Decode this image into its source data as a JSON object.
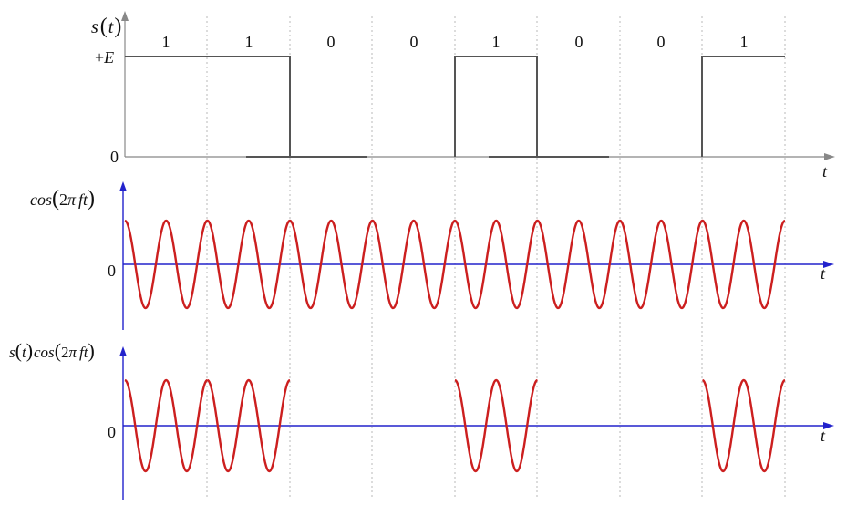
{
  "bits": [
    "1",
    "1",
    "0",
    "0",
    "1",
    "0",
    "0",
    "1"
  ],
  "top_panel": {
    "ylabel": "s(t)",
    "ylabel_parts": {
      "a": "s",
      "b": "(",
      "c": "t",
      "d": ")"
    },
    "ytick_high": "+E",
    "ytick_high_parts": {
      "sign": "+",
      "var": "E"
    },
    "ytick_zero": "0",
    "xlabel": "t"
  },
  "mid_panel": {
    "ylabel": "cos(2π ft)",
    "ylabel_parts": {
      "fn": "cos",
      "open": "(",
      "num": "2",
      "pi": "π",
      "var": "ft",
      "close": ")"
    },
    "ytick_zero": "0",
    "xlabel": "t"
  },
  "bottom_panel": {
    "ylabel": "s(t)cos(2π ft)",
    "ylabel_parts": {
      "a": "s",
      "b": "(",
      "c": "t",
      "d": ")",
      "fn": "cos",
      "open": "(",
      "num": "2",
      "pi": "π",
      "var": "ft",
      "close": ")"
    },
    "ytick_zero": "0",
    "xlabel": "t"
  },
  "carrier_cycles_per_bit": 2,
  "colors": {
    "signal": "#555555",
    "carrier": "#cc1f1f",
    "axis_main": "#2222cc",
    "axis_top": "#888888",
    "grid": "#b8b8b8"
  }
}
